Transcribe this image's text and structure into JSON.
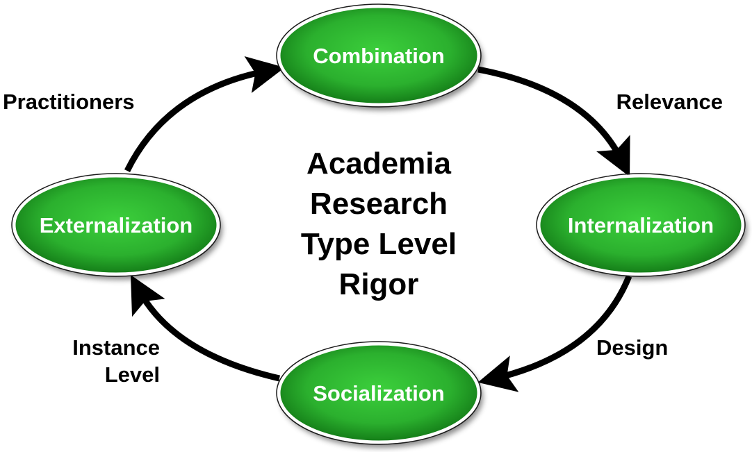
{
  "colors": {
    "node_fill_light": "#3ccf3c",
    "node_fill_dark": "#0e6f12",
    "node_stroke": "#ffffff",
    "arrow": "#000000",
    "text_dark": "#000000",
    "text_light": "#ffffff"
  },
  "nodes": {
    "combination": "Combination",
    "internalization": "Internalization",
    "socialization": "Socialization",
    "externalization": "Externalization"
  },
  "labels": {
    "practitioners": "Practitioners",
    "relevance": "Relevance",
    "design": "Design",
    "instance_line1": "Instance",
    "instance_line2": "Level"
  },
  "center": {
    "line1": "Academia",
    "line2": "Research",
    "line3": "Type Level",
    "line4": "Rigor"
  }
}
